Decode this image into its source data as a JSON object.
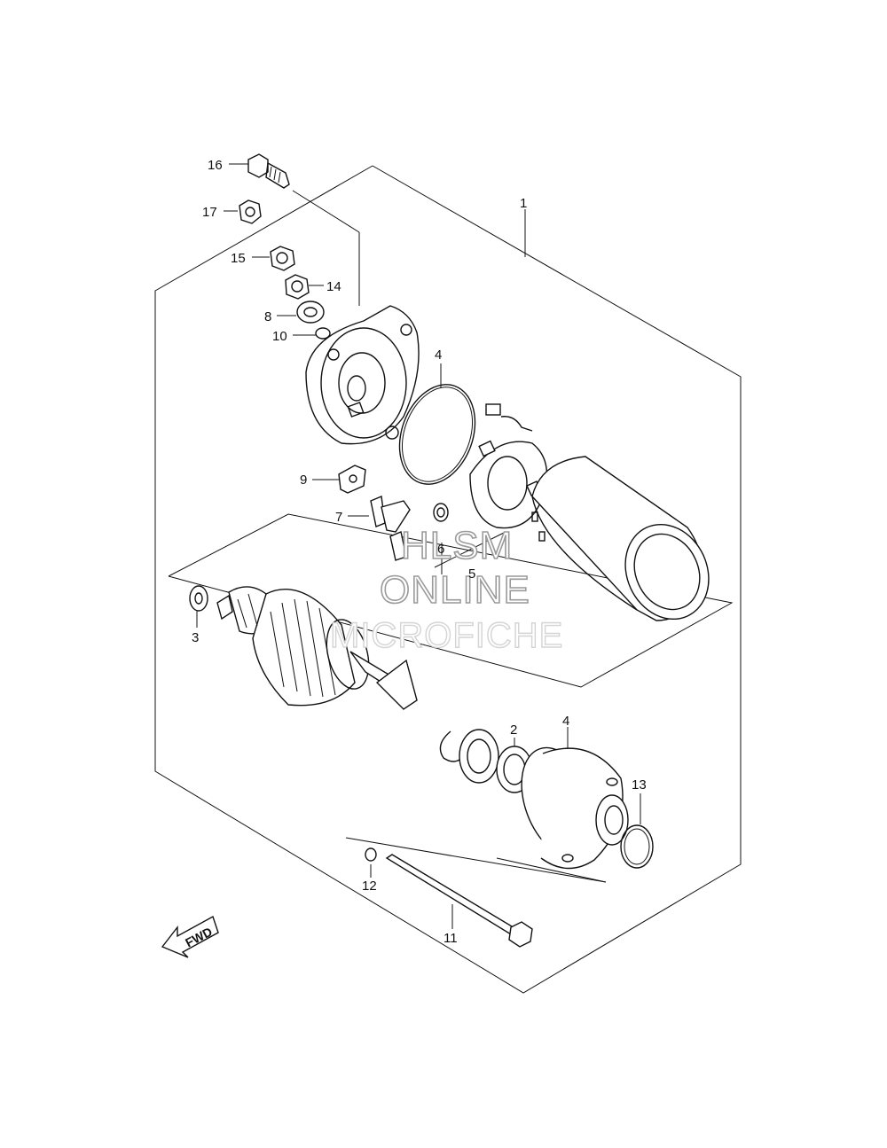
{
  "diagram": {
    "callouts": [
      {
        "id": "1",
        "label": "1"
      },
      {
        "id": "2",
        "label": "2"
      },
      {
        "id": "3",
        "label": "3"
      },
      {
        "id": "4a",
        "label": "4"
      },
      {
        "id": "4b",
        "label": "4"
      },
      {
        "id": "5",
        "label": "5"
      },
      {
        "id": "6",
        "label": "6"
      },
      {
        "id": "7",
        "label": "7"
      },
      {
        "id": "8",
        "label": "8"
      },
      {
        "id": "9",
        "label": "9"
      },
      {
        "id": "10",
        "label": "10"
      },
      {
        "id": "11",
        "label": "11"
      },
      {
        "id": "12",
        "label": "12"
      },
      {
        "id": "13",
        "label": "13"
      },
      {
        "id": "14",
        "label": "14"
      },
      {
        "id": "15",
        "label": "15"
      },
      {
        "id": "16",
        "label": "16"
      },
      {
        "id": "17",
        "label": "17"
      }
    ],
    "fwd_label": "FWD"
  },
  "watermark": {
    "line1": "HLSM",
    "line2": "ONLINE",
    "line3": "MICROFICHE"
  }
}
